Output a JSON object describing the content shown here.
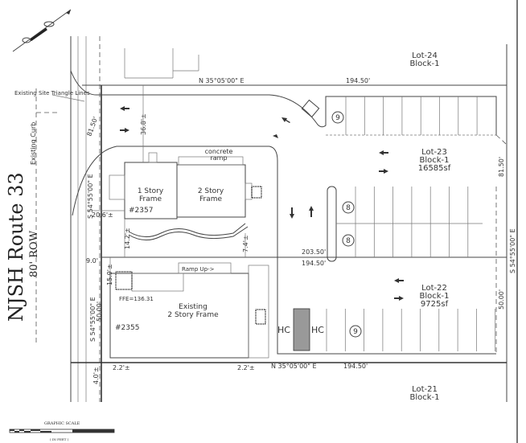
{
  "road": {
    "name": "NJSH Route 33",
    "row": "80' ROW"
  },
  "lots": [
    {
      "lot": "Lot-24",
      "block": "Block-1"
    },
    {
      "lot": "Lot-23",
      "block": "Block-1",
      "area": "16585sf"
    },
    {
      "lot": "Lot-22",
      "block": "Block-1",
      "area": "9725sf"
    },
    {
      "lot": "Lot-21",
      "block": "Block-1"
    }
  ],
  "buildings": {
    "one_story": {
      "line1": "1 Story",
      "line2": "Frame",
      "number": "#2357"
    },
    "two_story": {
      "line1": "2 Story",
      "line2": "Frame"
    },
    "existing": {
      "line1": "Existing",
      "line2": "2 Story Frame",
      "number": "#2355",
      "ffe": "FFE=136.31"
    },
    "concrete_ramp": {
      "line1": "concrete",
      "line2": "ramp"
    },
    "ramp_up": "Ramp Up->"
  },
  "bearings": {
    "top": "N 35°05'00\" E",
    "bottom": "N 35°05'00\" E",
    "left_upper": "S 54°55'00\" E",
    "left_lower": "S 54°55'00\" E",
    "right": "S 54°55'00\" E"
  },
  "dimensions": {
    "top_length": "194.50'",
    "mid_length_a": "203.50'",
    "mid_length_b": "194.50'",
    "bottom_length": "194.50'",
    "right_upper": "81.50'",
    "right_lower": "50.00'",
    "left_upper": "81.50'",
    "left_lower": "50.00'",
    "setback_36": "36.8'±",
    "setback_20": "20.6'±",
    "setback_14": "14.2'±",
    "setback_7": "7.4'±",
    "setback_9": "9.0'",
    "setback_15": "15.9'±",
    "setback_4": "4.0'±",
    "setback_2a": "2.2'±",
    "setback_2b": "2.2'±"
  },
  "parking": {
    "counts": [
      "9",
      "8",
      "8",
      "9"
    ],
    "hc_labels": [
      "HC",
      "HC"
    ]
  },
  "notes": {
    "sight_triangle": "Existing Site Triangle Lines",
    "existing_curb": "Existing Curb"
  },
  "scale": {
    "title": "GRAPHIC SCALE",
    "units": "( IN FEET )"
  }
}
